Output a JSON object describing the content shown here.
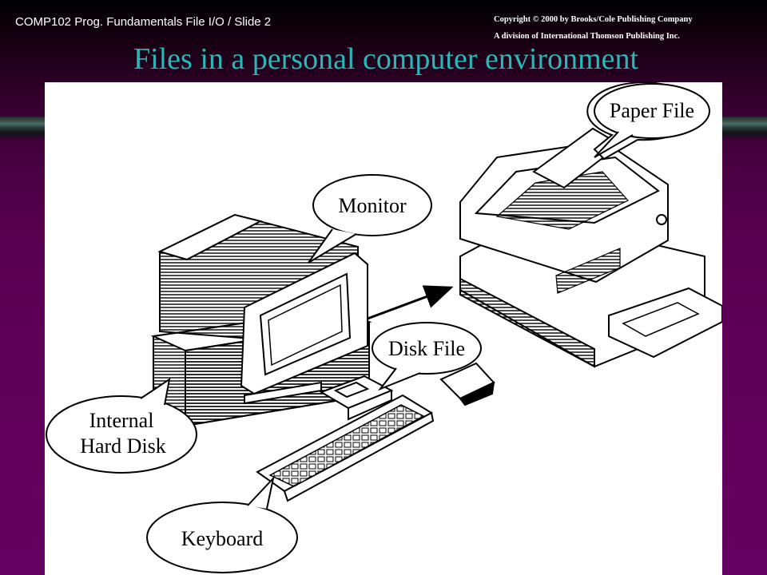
{
  "header": {
    "slide_label": "COMP102 Prog. Fundamentals File I/O / Slide 2",
    "copyright_line1": "Copyright © 2000 by Brooks/Cole Publishing Company",
    "copyright_line2": "A division of International Thomson Publishing Inc."
  },
  "slide": {
    "title": "Files in a personal computer environment"
  },
  "diagram": {
    "callouts": {
      "paper_file": "Paper File",
      "monitor": "Monitor",
      "disk_file": "Disk File",
      "internal_line1": "Internal",
      "internal_line2": "Hard Disk",
      "keyboard": "Keyboard"
    }
  }
}
